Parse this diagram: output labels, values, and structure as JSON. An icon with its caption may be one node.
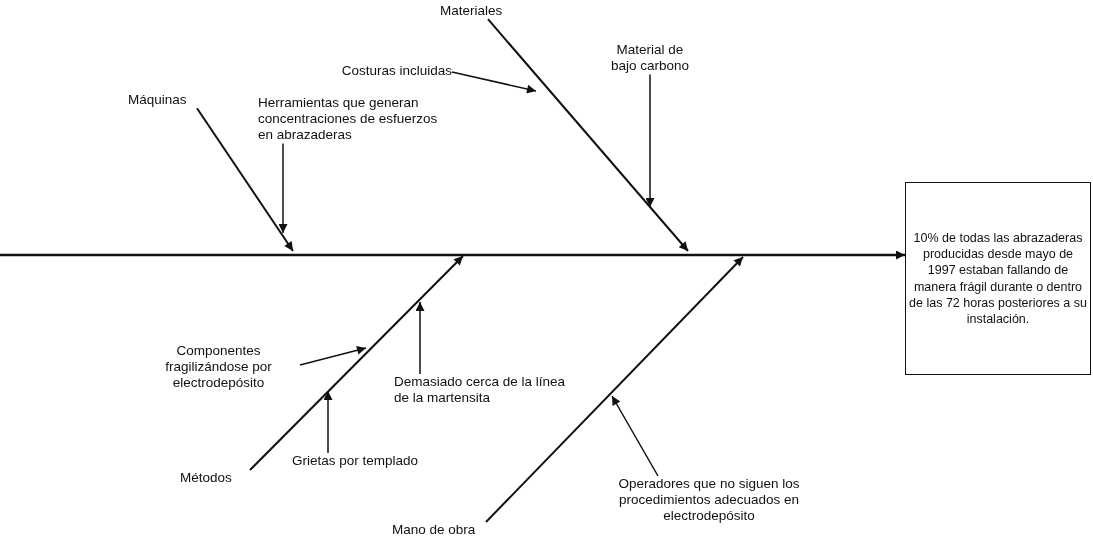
{
  "diagram": {
    "nodes": [
      {
        "text": [
          "Máquinas"
        ]
      },
      {
        "text": [
          "Herramientas que generan concentraciones de esfuerzos en abrazaderas"
        ]
      },
      {
        "text": [
          "Materiales"
        ]
      },
      {
        "text": [
          "Costuras incluidas"
        ]
      },
      {
        "text": [
          "Material de bajo carbono"
        ]
      },
      {
        "text": [
          "10% de todas las abrazaderas producidas desde mayo de 1997 estaban fallando de manera frágil durante o dentro de las 72 horas posteriores a su instalación."
        ]
      },
      {
        "text": [
          "Componentes fragilizándose por electrodepósito"
        ]
      },
      {
        "text": [
          "Demasiado cerca de la línea de la martensita"
        ]
      },
      {
        "text": [
          "Grietas por templado"
        ]
      },
      {
        "text": [
          "Métodos"
        ]
      },
      {
        "text": [
          "Operadores que no siguen los procedimientos adecuados en electrodepósito"
        ]
      },
      {
        "text": [
          "Mano de obra"
        ]
      }
    ],
    "edges": [
      {
        "from": null,
        "to": 5,
        "arrow": "to"
      },
      {
        "from": 0,
        "to": null,
        "arrow": "to"
      },
      {
        "from": 1,
        "to": null,
        "arrow": "to"
      },
      {
        "from": 2,
        "to": null,
        "arrow": "to"
      },
      {
        "from": 3,
        "to": null,
        "arrow": "to"
      },
      {
        "from": 4,
        "to": null,
        "arrow": "to"
      },
      {
        "from": 9,
        "to": null,
        "arrow": "to"
      },
      {
        "from": 6,
        "to": null,
        "arrow": "to"
      },
      {
        "from": 7,
        "to": null,
        "arrow": "to"
      },
      {
        "from": 8,
        "to": null,
        "arrow": "to"
      },
      {
        "from": 11,
        "to": null,
        "arrow": "to"
      },
      {
        "from": 10,
        "to": null,
        "arrow": "to"
      }
    ]
  }
}
